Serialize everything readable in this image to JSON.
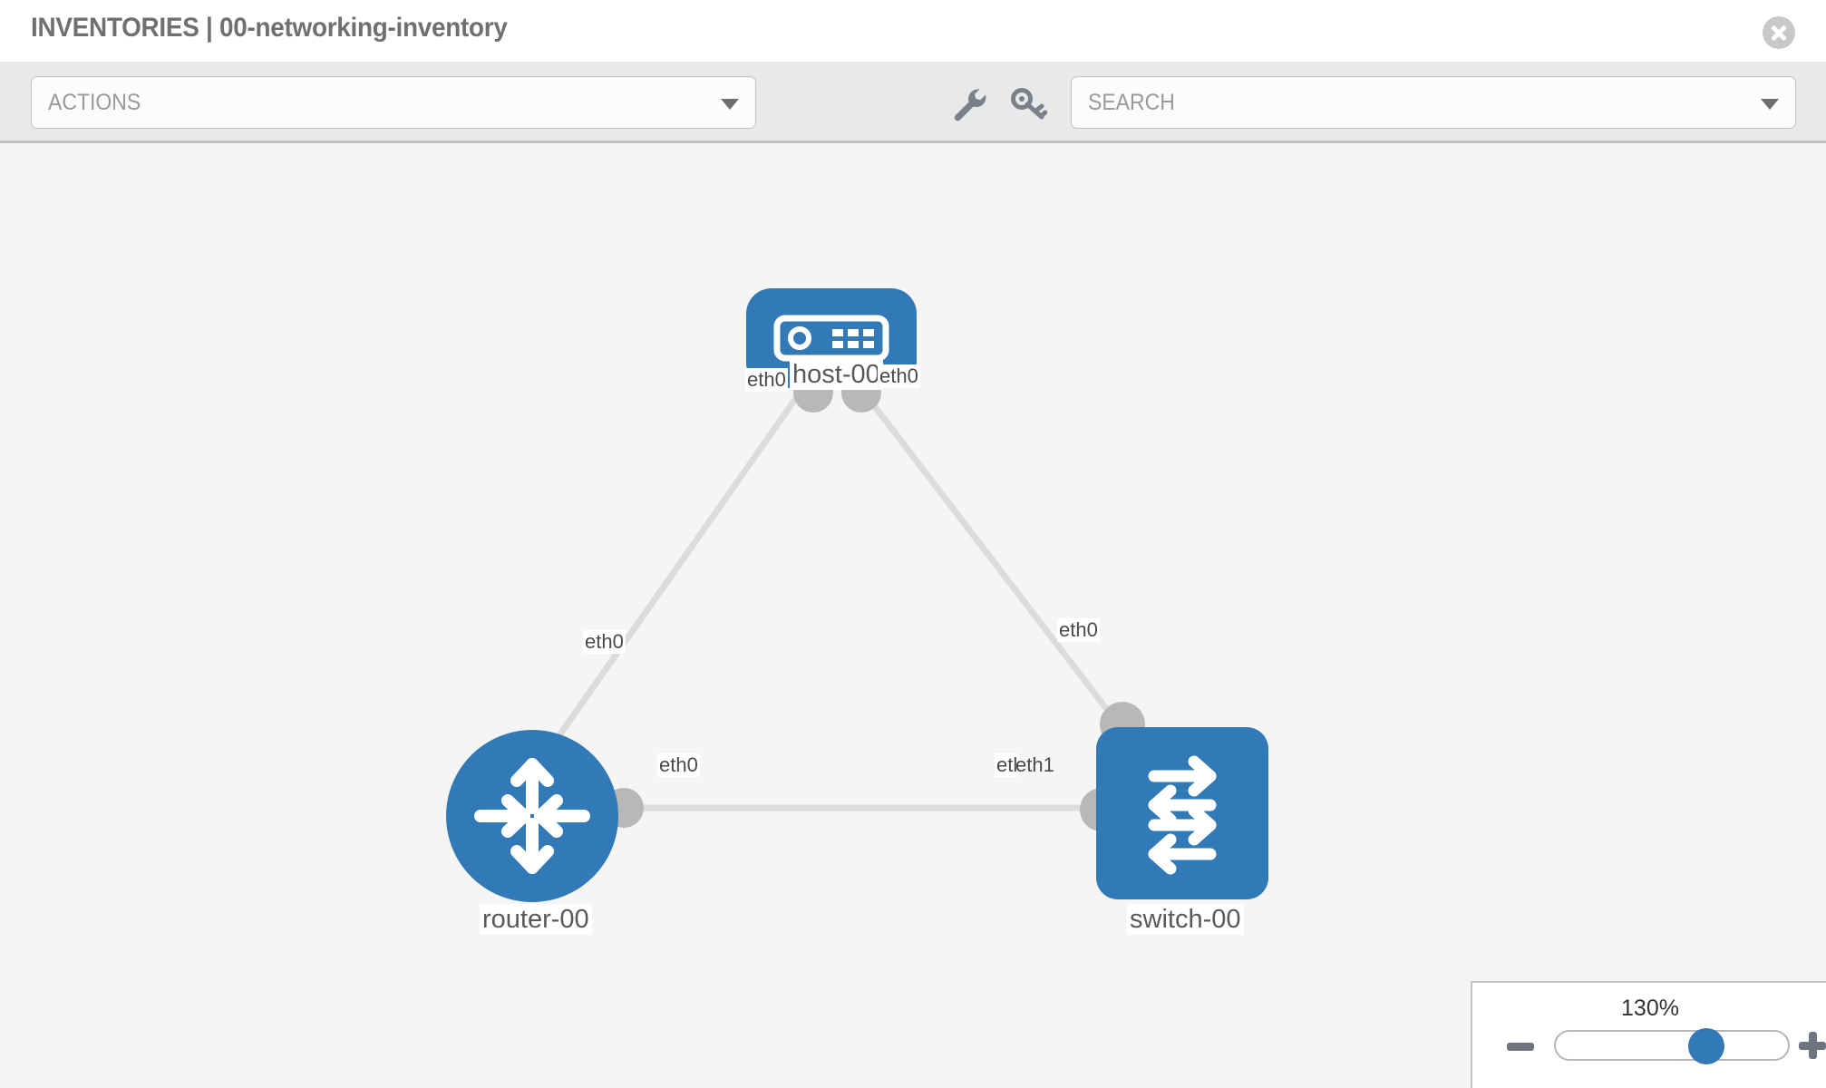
{
  "header": {
    "title": "INVENTORIES | 00-networking-inventory",
    "close_icon": "close-circle-icon"
  },
  "toolbar": {
    "actions": {
      "label": "ACTIONS",
      "icon": "chevron-down-icon"
    },
    "search": {
      "placeholder": "SEARCH",
      "value": "",
      "icon": "chevron-down-icon"
    },
    "tools": [
      {
        "name": "wrench-icon",
        "title": "Settings"
      },
      {
        "name": "key-icon",
        "title": "Credentials"
      }
    ]
  },
  "topology": {
    "nodes": [
      {
        "id": "host-00",
        "label": "host-00",
        "type": "host",
        "icon": "server-icon",
        "shape": "rounded-rect",
        "color": "#3279b7"
      },
      {
        "id": "router-00",
        "label": "router-00",
        "type": "router",
        "icon": "router-arrows-icon",
        "shape": "circle",
        "color": "#3279b7"
      },
      {
        "id": "switch-00",
        "label": "switch-00",
        "type": "switch",
        "icon": "switch-arrows-icon",
        "shape": "rounded-rect",
        "color": "#3279b7"
      }
    ],
    "links": [
      {
        "from": "host-00",
        "from_iface": "eth0",
        "to": "router-00",
        "to_iface": "eth0"
      },
      {
        "from": "host-00",
        "from_iface": "eth0",
        "to": "switch-00",
        "to_iface": "eth0"
      },
      {
        "from": "router-00",
        "from_iface": "eth0",
        "to": "switch-00",
        "to_iface": "eth1"
      }
    ],
    "interface_labels": {
      "host_left": "eth0",
      "host_right": "eth0",
      "router_up": "eth0",
      "switch_up": "eth0",
      "router_right": "eth0",
      "switch_left_overlap": "etl",
      "switch_left": "eth1"
    },
    "link_color": "#dcdcdc",
    "port_color": "#b8b8b8"
  },
  "zoom_control": {
    "value": "130%",
    "minus_icon": "minus-icon",
    "plus_icon": "plus-icon",
    "slider_name": "zoom-slider"
  }
}
